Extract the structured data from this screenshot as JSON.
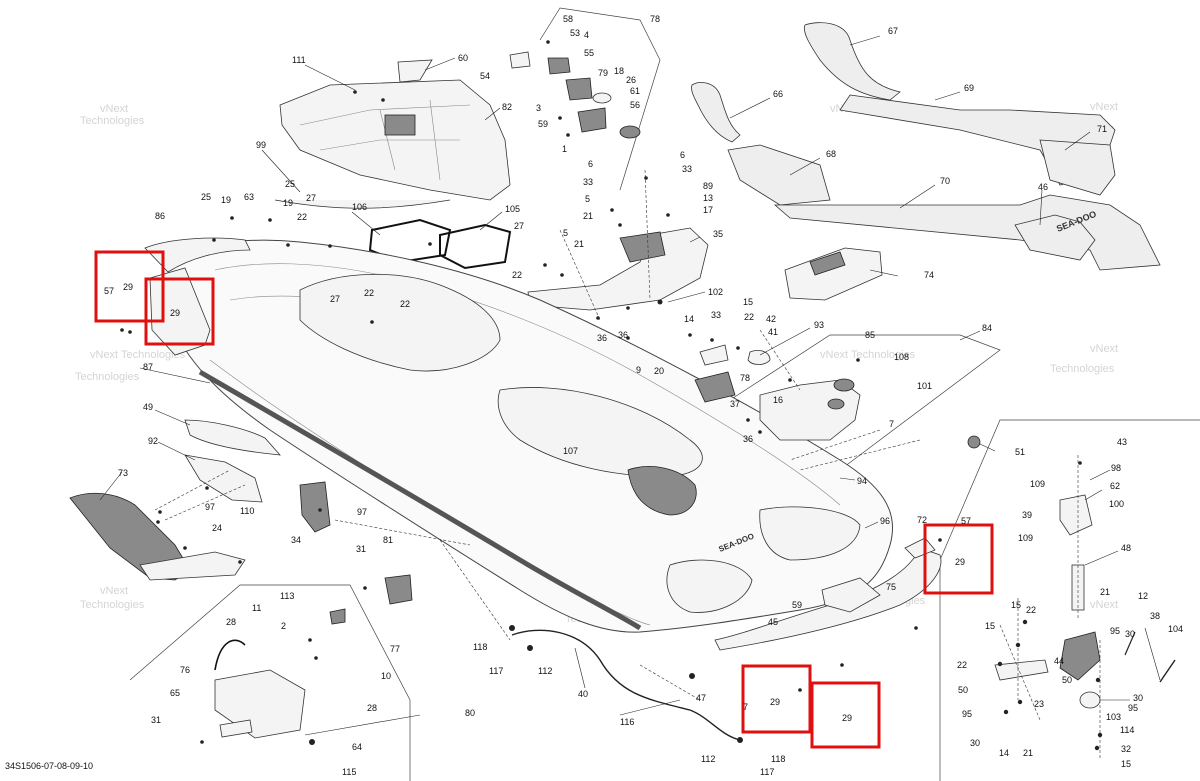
{
  "figure_id": "34S1506-07-08-09-10",
  "watermark": {
    "line1": "vNext",
    "line2": "Technologies",
    "single": "vNext Technologies"
  },
  "brand_text": "SEA-DOO",
  "colors": {
    "highlight": "#e01010",
    "watermark": "#d4d4d4"
  },
  "callouts": {
    "c111": "111",
    "c60": "60",
    "c58": "58",
    "c78": "78",
    "c67": "67",
    "c53": "53",
    "c4": "4",
    "c54": "54",
    "c55": "55",
    "c18": "18",
    "c79": "79",
    "c26": "26",
    "c61": "61",
    "c56": "56",
    "c82": "82",
    "c66": "66",
    "c69": "69",
    "c3": "3",
    "c59": "59",
    "c1": "1",
    "c71": "71",
    "c68": "68",
    "c99": "99",
    "c6a": "6",
    "c6b": "6",
    "c33a": "33",
    "c33b": "33",
    "c89": "89",
    "c13": "13",
    "c17": "17",
    "c70": "70",
    "c46": "46",
    "c5a": "5",
    "c21a": "21",
    "c25a": "25",
    "c19a": "19",
    "c63": "63",
    "c25b": "25",
    "c19b": "19",
    "c27a": "27",
    "c106": "106",
    "c105": "105",
    "c22a": "22",
    "c27b": "27",
    "c22b": "22",
    "c86": "86",
    "c35": "35",
    "c74": "74",
    "c5b": "5",
    "c21b": "21",
    "c22c": "22",
    "c29a": "29",
    "c57a": "57",
    "c29b": "29",
    "c102": "102",
    "c27c": "27",
    "c22d": "22",
    "c15a": "15",
    "c33c": "33",
    "c22e": "22",
    "c42": "42",
    "c36a": "36",
    "c36b": "36",
    "c14a": "14",
    "c41": "41",
    "c93": "93",
    "c84": "84",
    "c85": "85",
    "c108": "108",
    "c9": "9",
    "c20": "20",
    "c78b": "78",
    "c87": "87",
    "c16": "16",
    "c101": "101",
    "c37": "37",
    "c7a": "7",
    "c36c": "36",
    "c49": "49",
    "c51": "51",
    "c92": "92",
    "c107": "107",
    "c43": "43",
    "c94": "94",
    "c98": "98",
    "c73": "73",
    "c97a": "97",
    "c97b": "97",
    "c110": "110",
    "c109a": "109",
    "c62": "62",
    "c24": "24",
    "c34": "34",
    "c96": "96",
    "c72": "72",
    "c57b": "57",
    "c29c": "29",
    "c39": "39",
    "c100": "100",
    "c109b": "109",
    "c48": "48",
    "c31a": "31",
    "c81": "81",
    "c75": "75",
    "c59b": "59",
    "c113": "113",
    "c11": "11",
    "c28a": "28",
    "c2": "2",
    "c21c": "21",
    "c12": "12",
    "c15b": "15",
    "c22f": "22",
    "c38": "38",
    "c77": "77",
    "c95a": "95",
    "c30a": "30",
    "c104": "104",
    "c15c": "15",
    "c45": "45",
    "c118a": "118",
    "c10": "10",
    "c76": "76",
    "c117a": "117",
    "c112a": "112",
    "c44": "44",
    "c22g": "22",
    "c50a": "50",
    "c65": "65",
    "c40": "40",
    "c47": "47",
    "c7b": "7",
    "c29d": "29",
    "c29e": "29",
    "c50b": "50",
    "c30b": "30",
    "c95b": "95",
    "c28b": "28",
    "c31b": "31",
    "c80": "80",
    "c116": "116",
    "c23": "23",
    "c103": "103",
    "c95c": "95",
    "c64": "64",
    "c114": "114",
    "c30c": "30",
    "c112b": "112",
    "c118b": "118",
    "c14b": "14",
    "c21d": "21",
    "c32": "32",
    "c115": "115",
    "c117b": "117",
    "c15d": "15"
  }
}
